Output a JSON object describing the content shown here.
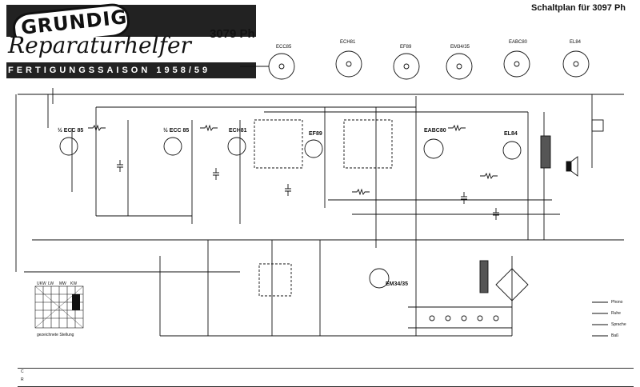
{
  "header": {
    "brand": "GRUNDIG",
    "subtitle": "Reparaturhelfer",
    "season": "FERTIGUNGSSAISON 1958/59",
    "model": "3079 Ph",
    "schematic_title": "Schaltplan für 3097 Ph"
  },
  "tubes": [
    {
      "name": "ECC85"
    },
    {
      "name": "ECH81"
    },
    {
      "name": "EF89"
    },
    {
      "name": "EM34/35"
    },
    {
      "name": "EABC80"
    },
    {
      "name": "EL84"
    }
  ],
  "stage_labels": {
    "ecc85": "½ ECC 85",
    "ecc85b": "½ ECC 85",
    "ech81": "ECH81",
    "ef89": "EF89",
    "eabc80": "EABC80",
    "el84": "EL84",
    "em34": "EM34/35"
  },
  "legend": {
    "rows": [
      "UKW",
      "LW",
      "MW",
      "KW"
    ],
    "note": "gezeichnete Stellung"
  },
  "bottom_strip": {
    "row_c": "C",
    "row_r": "R"
  },
  "side_labels": [
    "Phono",
    "Ruhe",
    "Sprache",
    "Baß"
  ]
}
